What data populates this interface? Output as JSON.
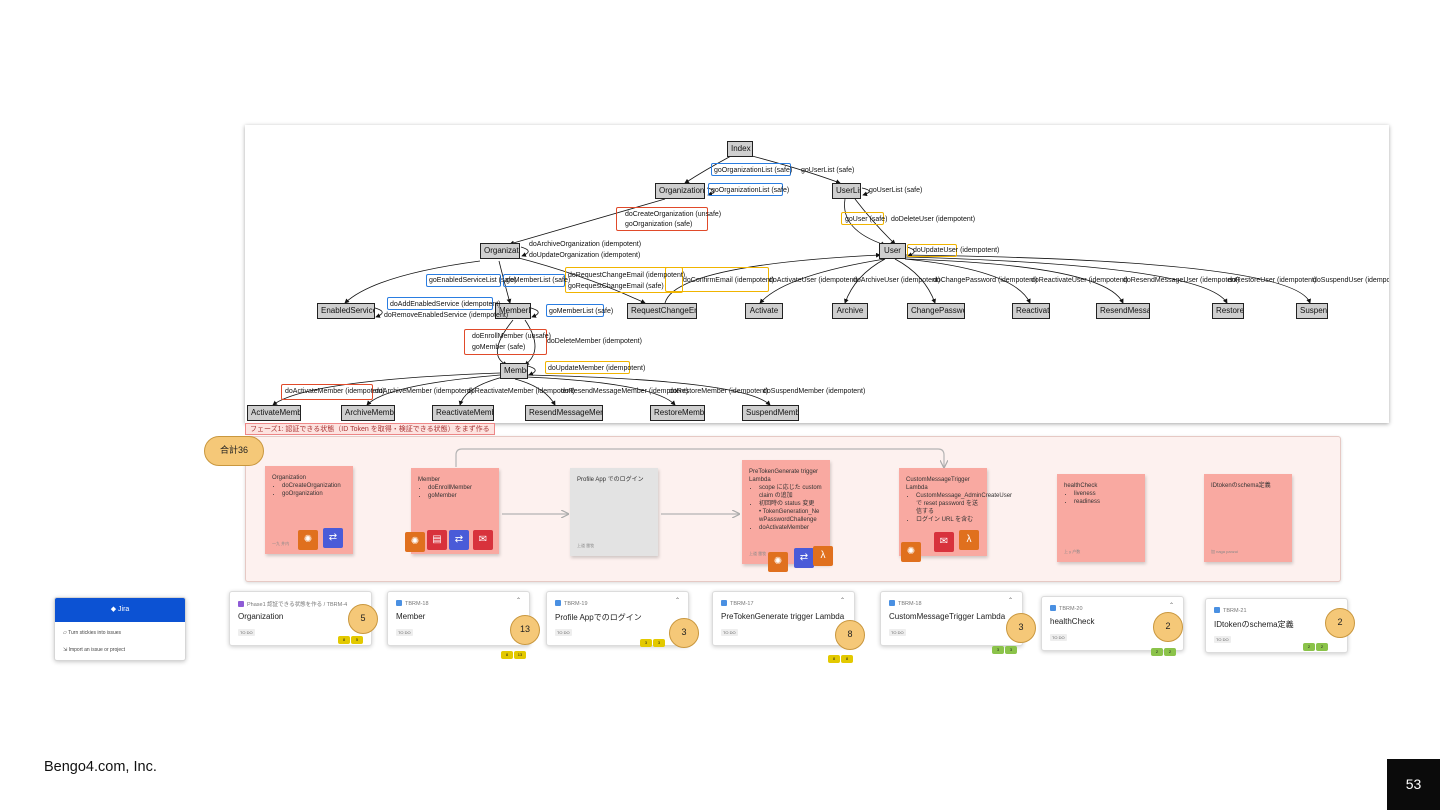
{
  "diagram": {
    "nodes": {
      "index": "Index",
      "org_list": "OrganizationList",
      "user_list": "UserList",
      "organization": "Organization",
      "user": "User",
      "enabled_service_list": "EnabledServiceList",
      "member_list": "MemberList",
      "request_change_email": "RequestChangeEmail",
      "activate": "Activate",
      "archive": "Archive",
      "change_password": "ChangePassword",
      "reactivate": "Reactivate",
      "resend_message": "ResendMessage",
      "restore": "Restore",
      "suspend": "Suspend",
      "member": "Member",
      "activate_member": "ActivateMember",
      "archive_member": "ArchiveMember",
      "reactivate_member": "ReactivateMember",
      "resend_message_member": "ResendMessageMember",
      "restore_member": "RestoreMember",
      "suspend_member": "SuspendMember"
    },
    "labels": {
      "go_org_list": "goOrganizationList (safe)",
      "go_user_list": "goUserList (safe)",
      "go_org_list_self": "goOrganizationList (safe)",
      "go_user_list_self": "goUserList (safe)",
      "do_create_org": "doCreateOrganization (unsafe)",
      "go_org": "goOrganization (safe)",
      "go_user": "goUser (safe)",
      "do_delete_user": "doDeleteUser (idempotent)",
      "do_archive_org": "doArchiveOrganization (idempotent)",
      "do_update_org": "doUpdateOrganization (idempotent)",
      "do_update_user": "doUpdateUser (idempotent)",
      "go_enabled_service_list": "goEnabledServiceList (safe)",
      "go_member_list": "goMemberList (safe)",
      "do_request_change_email": "doRequestChangeEmail (idempotent)",
      "go_request_change_email": "goRequestChangeEmail (safe)",
      "do_confirm_email": "doConfirmEmail (idempotent)",
      "do_activate_user": "doActivateUser (idempotent)",
      "do_archive_user": "doArchiveUser (idempotent)",
      "do_change_password": "doChangePassword (idempotent)",
      "do_reactivate_user": "doReactivateUser (idempotent)",
      "do_resend_message_user": "doResendMessageUser (idempotent)",
      "do_restore_user": "doRestoreUser (idempotent)",
      "do_suspend_user": "doSuspendUser (idempotent)",
      "do_add_enabled_service": "doAddEnabledService (idempotent)",
      "do_remove_enabled_service": "doRemoveEnabledService (idempotent)",
      "go_member_list_self": "goMemberList (safe)",
      "do_enroll_member": "doEnrollMember (unsafe)",
      "go_member": "goMember (safe)",
      "do_delete_member": "doDeleteMember (idempotent)",
      "do_update_member": "doUpdateMember (idempotent)",
      "do_activate_member": "doActivateMember (idempotent)",
      "do_archive_member": "doArchiveMember (idempotent)",
      "do_reactivate_member": "doReactivateMember (idempotent)",
      "do_resend_message_member": "doResendMessageMember (idempotent)",
      "do_restore_member": "doRestoreMember (idempotent)",
      "do_suspend_member": "doSuspendMember (idempotent)"
    },
    "phase_label": "フェーズ1: 認証できる状態（ID Token を取得・検証できる状態）をまず作る"
  },
  "board": {
    "total": "合計36",
    "stickies": {
      "organization": {
        "title": "Organization",
        "items": [
          "doCreateOrganization",
          "goOrganization"
        ],
        "foot": "一九 井内"
      },
      "member": {
        "title": "Member",
        "items": [
          "doEnrollMember",
          "goMember"
        ]
      },
      "profile_app": {
        "title": "Profile App でのログイン",
        "foot": "上道 雷牧"
      },
      "pretoken": {
        "title": "PreTokenGenerate trigger Lambda",
        "items": [
          "scope に応じた custom claim の追加",
          "初回時の status 変更"
        ],
        "subitem": "TokenGeneration_NewPasswordChallenge",
        "item_last": "doActivateMember",
        "foot": "上道 雷牧"
      },
      "custom_message": {
        "title": "CustomMessageTrigger Lambda",
        "items": [
          "CustomMessage_AdminCreateUser で reset password を送信する",
          "ログイン URL を含む"
        ]
      },
      "health_check": {
        "title": "healthCheck",
        "items": [
          "liveness",
          "readiness"
        ],
        "foot": "上 y 户数"
      },
      "idtoken": {
        "title": "IDtokenのschema定義",
        "foot": "加 naga panzui"
      }
    }
  },
  "cards": [
    {
      "key": "Phase1 認証できる状態を作る / TBRM-4",
      "title": "Organization",
      "todo": "TO DO",
      "pts": [
        "8",
        "5"
      ],
      "badge": "5"
    },
    {
      "key": "TBRM-18",
      "title": "Member",
      "todo": "TO DO",
      "pts": [
        "8",
        "13"
      ],
      "badge": "13"
    },
    {
      "key": "TBRM-19",
      "title": "Profile Appでのログイン",
      "todo": "TO DO",
      "pts": [
        "3",
        "3"
      ],
      "badge": "3"
    },
    {
      "key": "TBRM-17",
      "title": "PreTokenGenerate trigger Lambda",
      "todo": "TO DO",
      "pts": [
        "8",
        "8"
      ],
      "badge": "8"
    },
    {
      "key": "TBRM-18",
      "title": "CustomMessageTrigger Lambda",
      "todo": "TO DO",
      "pts": [
        "3",
        "3"
      ],
      "badge": "3"
    },
    {
      "key": "TBRM-20",
      "title": "healthCheck",
      "todo": "TO DO",
      "pts": [
        "2",
        "2"
      ],
      "badge": "2"
    },
    {
      "key": "TBRM-21",
      "title": "IDtokenのschema定義",
      "todo": "TO DO",
      "pts": [
        "2",
        "2"
      ],
      "badge": "2"
    }
  ],
  "jira": {
    "title": "Jira",
    "item1": "Turn stickies into issues",
    "item2": "Import an issue or project"
  },
  "footer": {
    "company": "Bengo4.com, Inc.",
    "page": "53"
  },
  "colors": {
    "blue": "#2a7de1",
    "red": "#e04a2a",
    "yellow": "#f0b400",
    "sticky": "#f9a9a1",
    "jira": "#0c52d3",
    "badge": "#f5c878",
    "pts_green": "#8bc34a",
    "pts_yellow": "#e3c900"
  }
}
